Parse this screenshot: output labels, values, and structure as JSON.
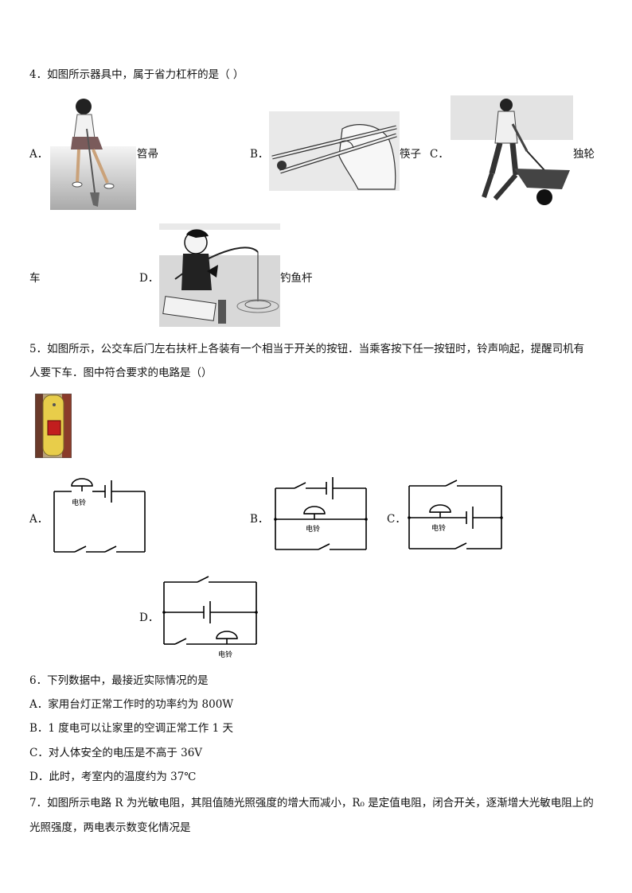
{
  "q4": {
    "stem": "4．如图所示器具中，属于省力杠杆的是（  ）",
    "a_letter": "A．",
    "a_label": "笤帚",
    "b_letter": "B．",
    "b_label": "筷子",
    "c_letter": "C．",
    "c_label_1": "独轮",
    "c_label_2": "车",
    "d_letter": "D．",
    "d_label": "钓鱼杆"
  },
  "q5": {
    "stem_1": "5．如图所示，公交车后门左右扶杆上各装有一个相当于开关的按钮．当乘客按下任一按钮时，铃声响起，提醒司机有",
    "stem_2": "人要下车．图中符合要求的电路是（）",
    "a_letter": "A．",
    "b_letter": "B．",
    "c_letter": "C．",
    "d_letter": "D．",
    "bell": "电铃"
  },
  "q6": {
    "stem": "6．下列数据中，最接近实际情况的是",
    "a": "A．家用台灯正常工作时的功率约为 800W",
    "b": "B．1 度电可以让家里的空调正常工作 1 天",
    "c": "C．对人体安全的电压是不高于 36V",
    "d": "D．此时，考室内的温度约为 37℃"
  },
  "q7": {
    "stem_1": "7．如图所示电路 R 为光敏电阻，其阻值随光照强度的增大而减小，R₀ 是定值电阻，闭合开关，逐渐增大光敏电阻上的",
    "stem_2": "光照强度，两电表示数变化情况是"
  }
}
